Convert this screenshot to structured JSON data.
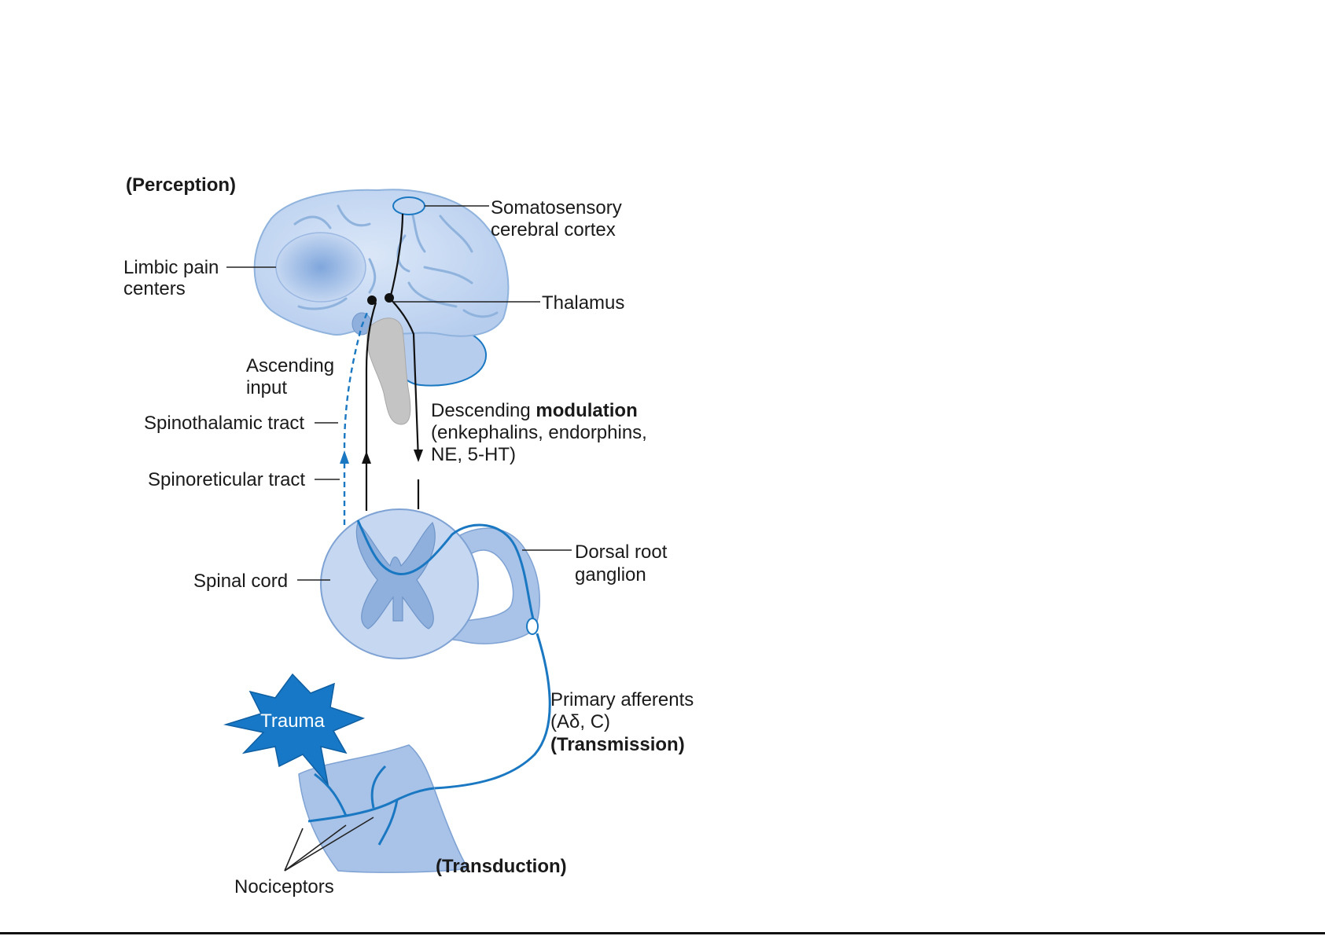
{
  "colors": {
    "tissue_light": "#c5d7f1",
    "tissue_mid": "#a9c3e8",
    "accent_blue": "#1a78c2",
    "gray_matter": "#8fb0dc",
    "brainstem_gray": "#bfbfbf",
    "trauma_fill": "#1678c6"
  },
  "labels": {
    "perception": "(Perception)",
    "somatosensory_1": "Somatosensory",
    "somatosensory_2": "cerebral cortex",
    "limbic_1": "Limbic pain",
    "limbic_2": "centers",
    "thalamus": "Thalamus",
    "ascending_1": "Ascending",
    "ascending_2": "input",
    "spinothalamic": "Spinothalamic tract",
    "spinoreticular": "Spinoreticular tract",
    "descending_prefix": "Descending ",
    "descending_bold": "modulation",
    "descending_2": "(enkephalins, endorphins,",
    "descending_3": "NE, 5-HT)",
    "spinal_cord": "Spinal cord",
    "dorsal_root_1": "Dorsal root",
    "dorsal_root_2": "ganglion",
    "trauma": "Trauma",
    "primary_afferents_1": "Primary afferents",
    "primary_afferents_2": "(Aδ, C)",
    "transmission": "(Transmission)",
    "transduction": "(Transduction)",
    "nociceptors": "Nociceptors"
  }
}
